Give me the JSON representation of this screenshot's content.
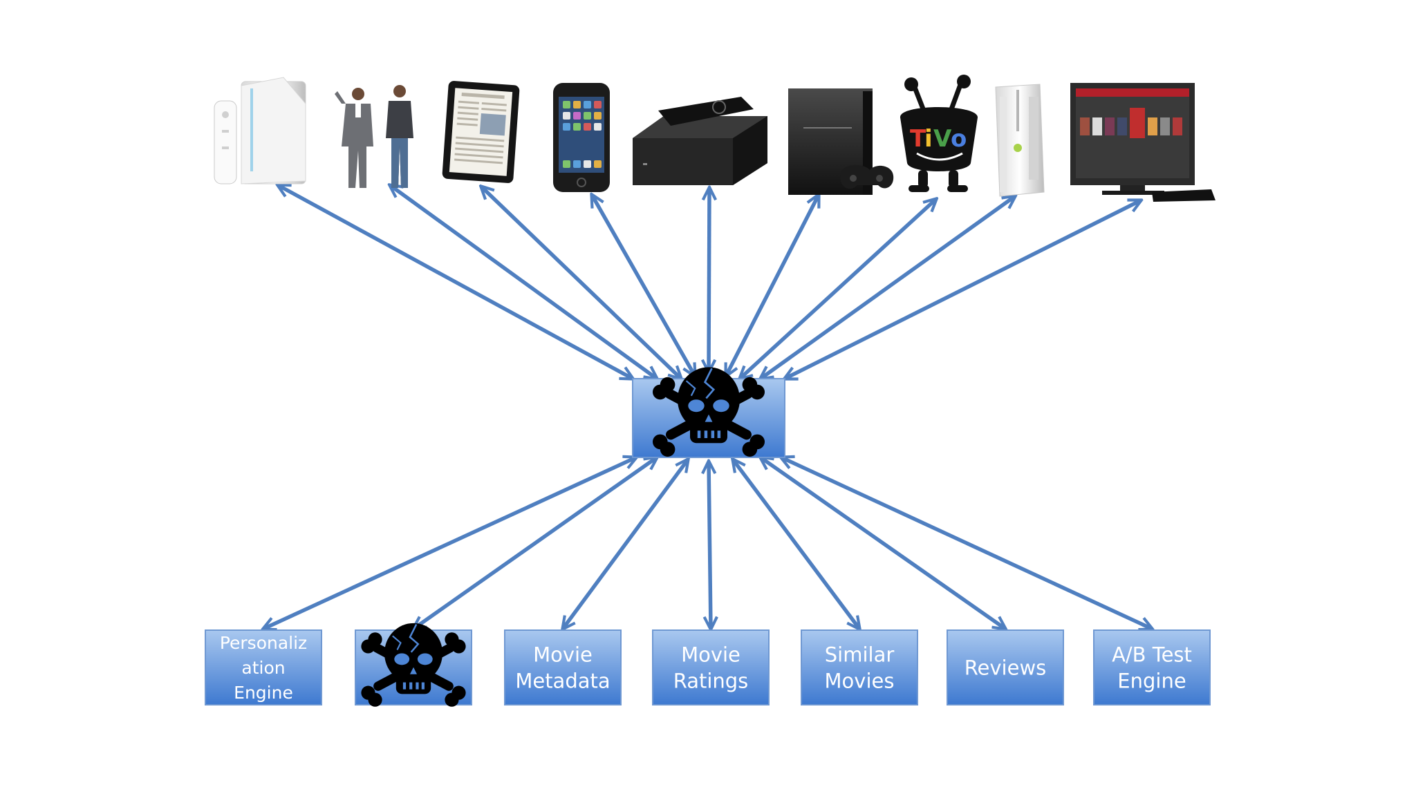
{
  "colors": {
    "arrow": "#4f7fc0",
    "box_top": "#a9c8ef",
    "box_bottom": "#3e79d0",
    "box_border": "#6f98d2",
    "label": "#ffffff"
  },
  "central_node": {
    "icon": "skull-crossbones-icon"
  },
  "devices": [
    {
      "name": "wii-console",
      "icon": "wii-console-icon"
    },
    {
      "name": "customer-service-people",
      "icon": "people-icon"
    },
    {
      "name": "ipad",
      "icon": "tablet-icon"
    },
    {
      "name": "iphone",
      "icon": "phone-icon"
    },
    {
      "name": "roku-box",
      "icon": "set-top-box-icon"
    },
    {
      "name": "playstation-3",
      "icon": "game-console-icon"
    },
    {
      "name": "tivo",
      "icon": "tivo-mascot-icon"
    },
    {
      "name": "xbox-360",
      "icon": "xbox-console-icon"
    },
    {
      "name": "smart-tv",
      "icon": "tv-icon"
    }
  ],
  "services": [
    {
      "lines": [
        "Personaliz",
        "ation",
        "Engine"
      ]
    },
    {
      "lines": [],
      "icon": "skull-crossbones-icon"
    },
    {
      "lines": [
        "Movie",
        "Metadata"
      ]
    },
    {
      "lines": [
        "Movie",
        "Ratings"
      ]
    },
    {
      "lines": [
        "Similar",
        "Movies"
      ]
    },
    {
      "lines": [
        "Reviews"
      ]
    },
    {
      "lines": [
        "A/B Test",
        "Engine"
      ]
    }
  ]
}
